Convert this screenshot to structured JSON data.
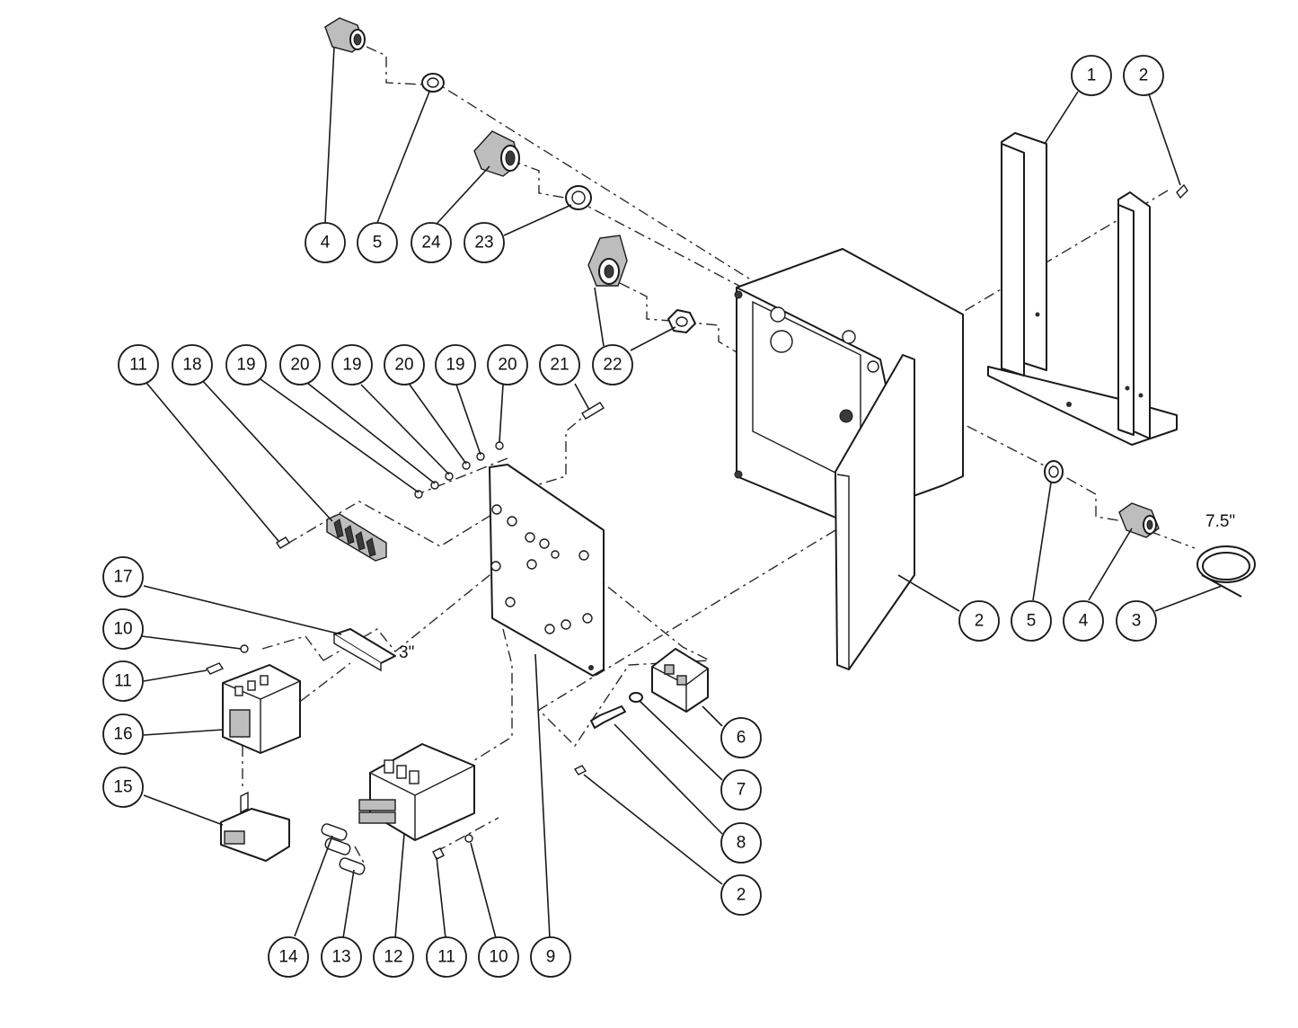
{
  "diagram": {
    "type": "exploded-parts-view",
    "callouts": [
      {
        "id": "c-1",
        "label": "1"
      },
      {
        "id": "c-2a",
        "label": "2"
      },
      {
        "id": "c-4a",
        "label": "4"
      },
      {
        "id": "c-5a",
        "label": "5"
      },
      {
        "id": "c-24",
        "label": "24"
      },
      {
        "id": "c-23",
        "label": "23"
      },
      {
        "id": "c-11a",
        "label": "11"
      },
      {
        "id": "c-18",
        "label": "18"
      },
      {
        "id": "c-19a",
        "label": "19"
      },
      {
        "id": "c-20a",
        "label": "20"
      },
      {
        "id": "c-19b",
        "label": "19"
      },
      {
        "id": "c-20b",
        "label": "20"
      },
      {
        "id": "c-19c",
        "label": "19"
      },
      {
        "id": "c-20c",
        "label": "20"
      },
      {
        "id": "c-21",
        "label": "21"
      },
      {
        "id": "c-22",
        "label": "22"
      },
      {
        "id": "c-17",
        "label": "17"
      },
      {
        "id": "c-10a",
        "label": "10"
      },
      {
        "id": "c-11b",
        "label": "11"
      },
      {
        "id": "c-16",
        "label": "16"
      },
      {
        "id": "c-15",
        "label": "15"
      },
      {
        "id": "c-2b",
        "label": "2"
      },
      {
        "id": "c-5b",
        "label": "5"
      },
      {
        "id": "c-4b",
        "label": "4"
      },
      {
        "id": "c-3",
        "label": "3"
      },
      {
        "id": "c-6",
        "label": "6"
      },
      {
        "id": "c-7",
        "label": "7"
      },
      {
        "id": "c-8",
        "label": "8"
      },
      {
        "id": "c-2c",
        "label": "2"
      },
      {
        "id": "c-14",
        "label": "14"
      },
      {
        "id": "c-13",
        "label": "13"
      },
      {
        "id": "c-12",
        "label": "12"
      },
      {
        "id": "c-11c",
        "label": "11"
      },
      {
        "id": "c-10b",
        "label": "10"
      },
      {
        "id": "c-9",
        "label": "9"
      }
    ],
    "dimensions": [
      {
        "id": "dim-wire",
        "label": "7.5\""
      },
      {
        "id": "dim-rail",
        "label": "3\""
      }
    ]
  }
}
